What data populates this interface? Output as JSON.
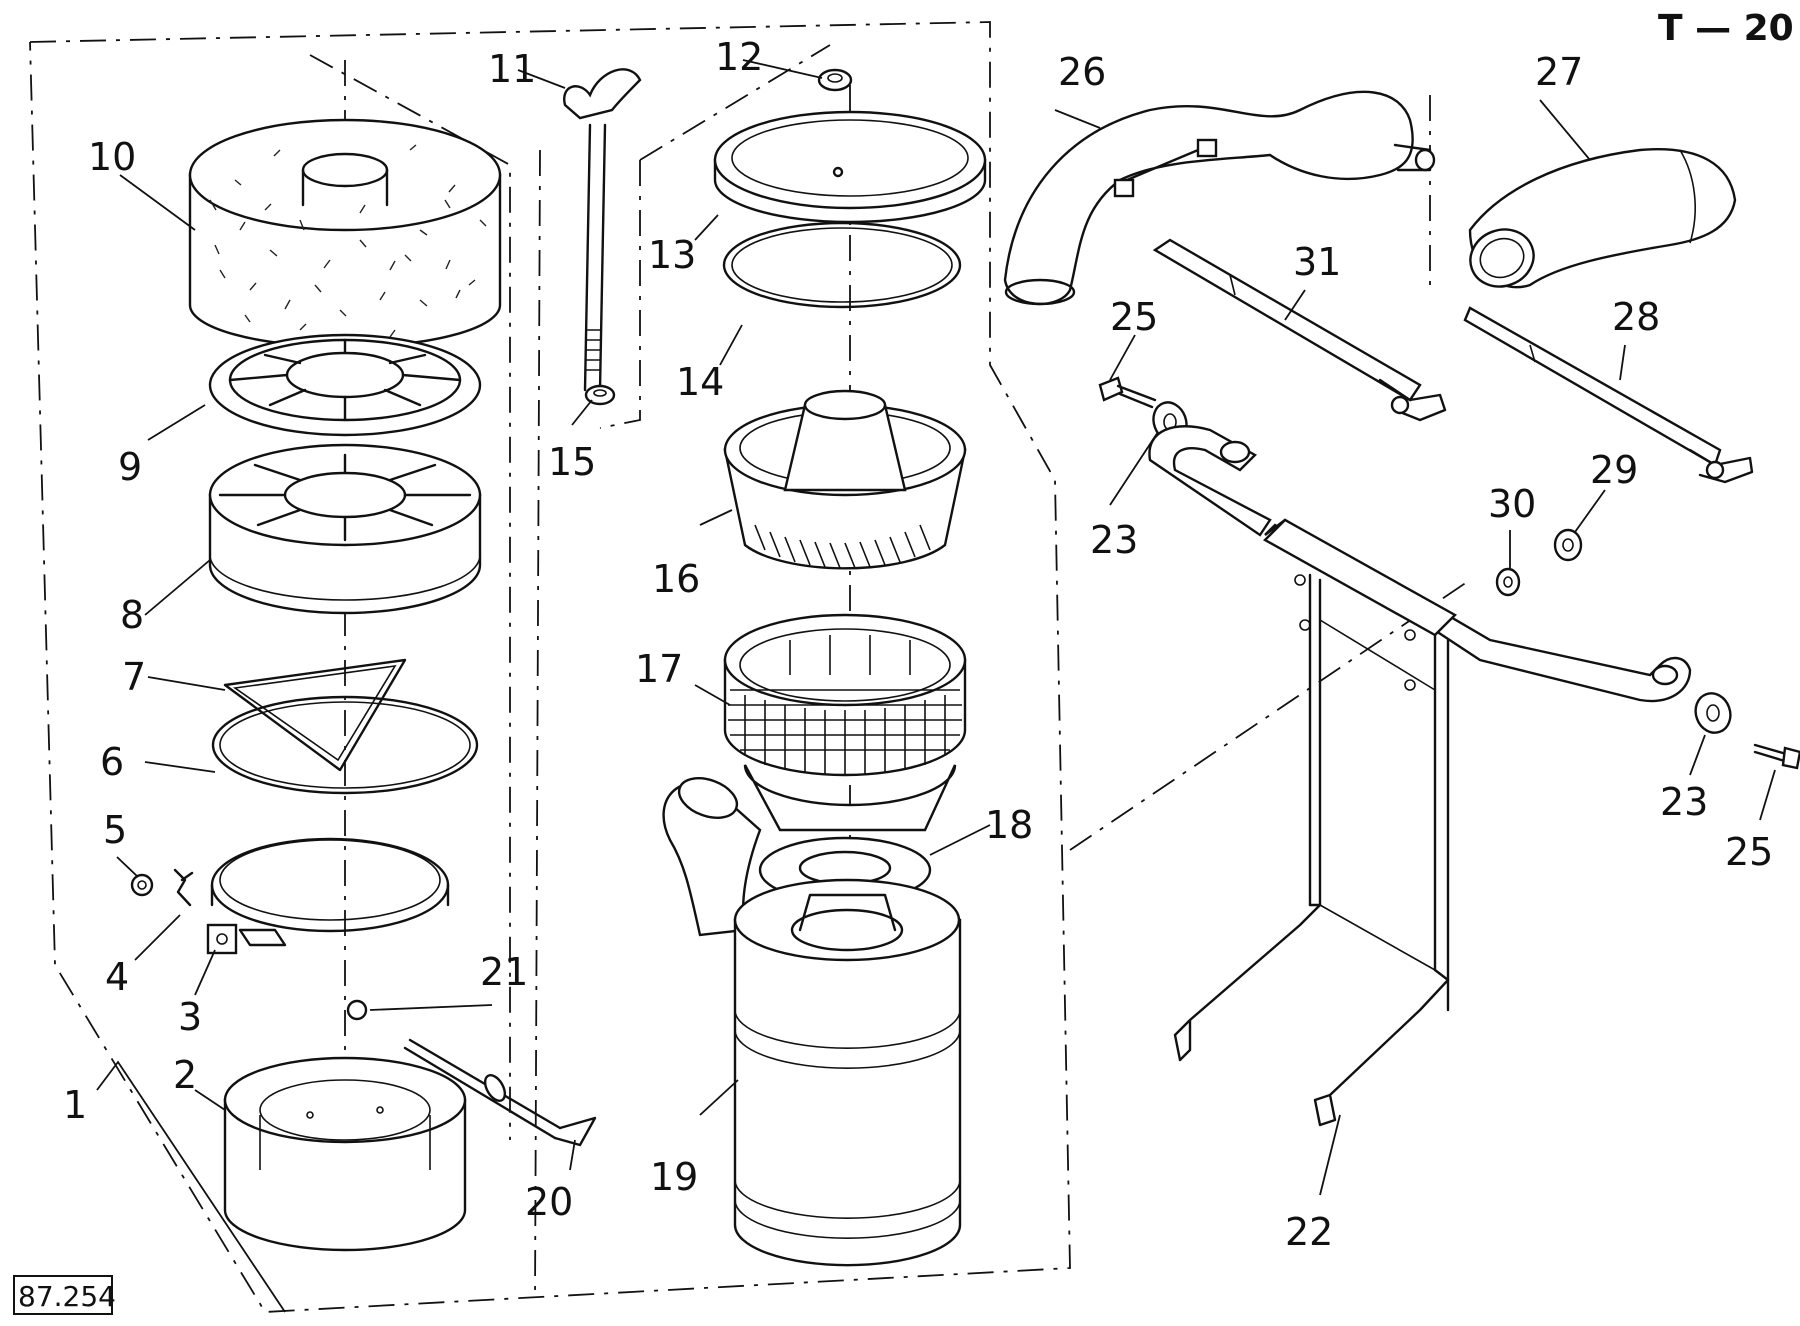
{
  "sheet_code": "T — 20",
  "drawing_number": "87.254",
  "callouts": {
    "c1": "1",
    "c2": "2",
    "c3": "3",
    "c4": "4",
    "c5": "5",
    "c6": "6",
    "c7": "7",
    "c8": "8",
    "c9": "9",
    "c10": "10",
    "c11": "11",
    "c12": "12",
    "c13": "13",
    "c14": "14",
    "c15": "15",
    "c16": "16",
    "c17": "17",
    "c18": "18",
    "c19": "19",
    "c20": "20",
    "c21": "21",
    "c22": "22",
    "c23a": "23",
    "c23b": "23",
    "c25a": "25",
    "c25b": "25",
    "c26": "26",
    "c27": "27",
    "c28": "28",
    "c29": "29",
    "c30": "30",
    "c31": "31"
  }
}
